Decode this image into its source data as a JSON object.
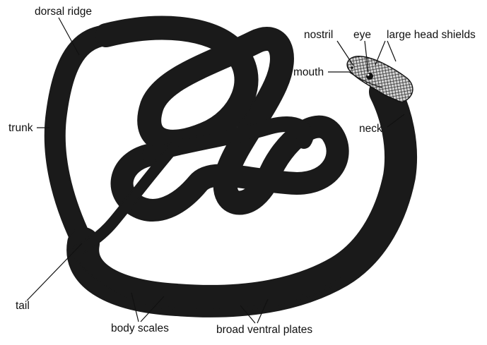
{
  "labels": {
    "dorsal_ridge": "dorsal ridge",
    "nostril": "nostril",
    "eye": "eye",
    "large_head_shields": "large head shields",
    "mouth": "mouth",
    "trunk": "trunk",
    "neck": "neck",
    "tail": "tail",
    "body_scales": "body scales",
    "broad_ventral_plates": "broad ventral plates"
  },
  "colors": {
    "ink": "#111111",
    "paper": "#ffffff",
    "body_fill": "#e2e2e2",
    "shadow": "#9a9a9a"
  }
}
